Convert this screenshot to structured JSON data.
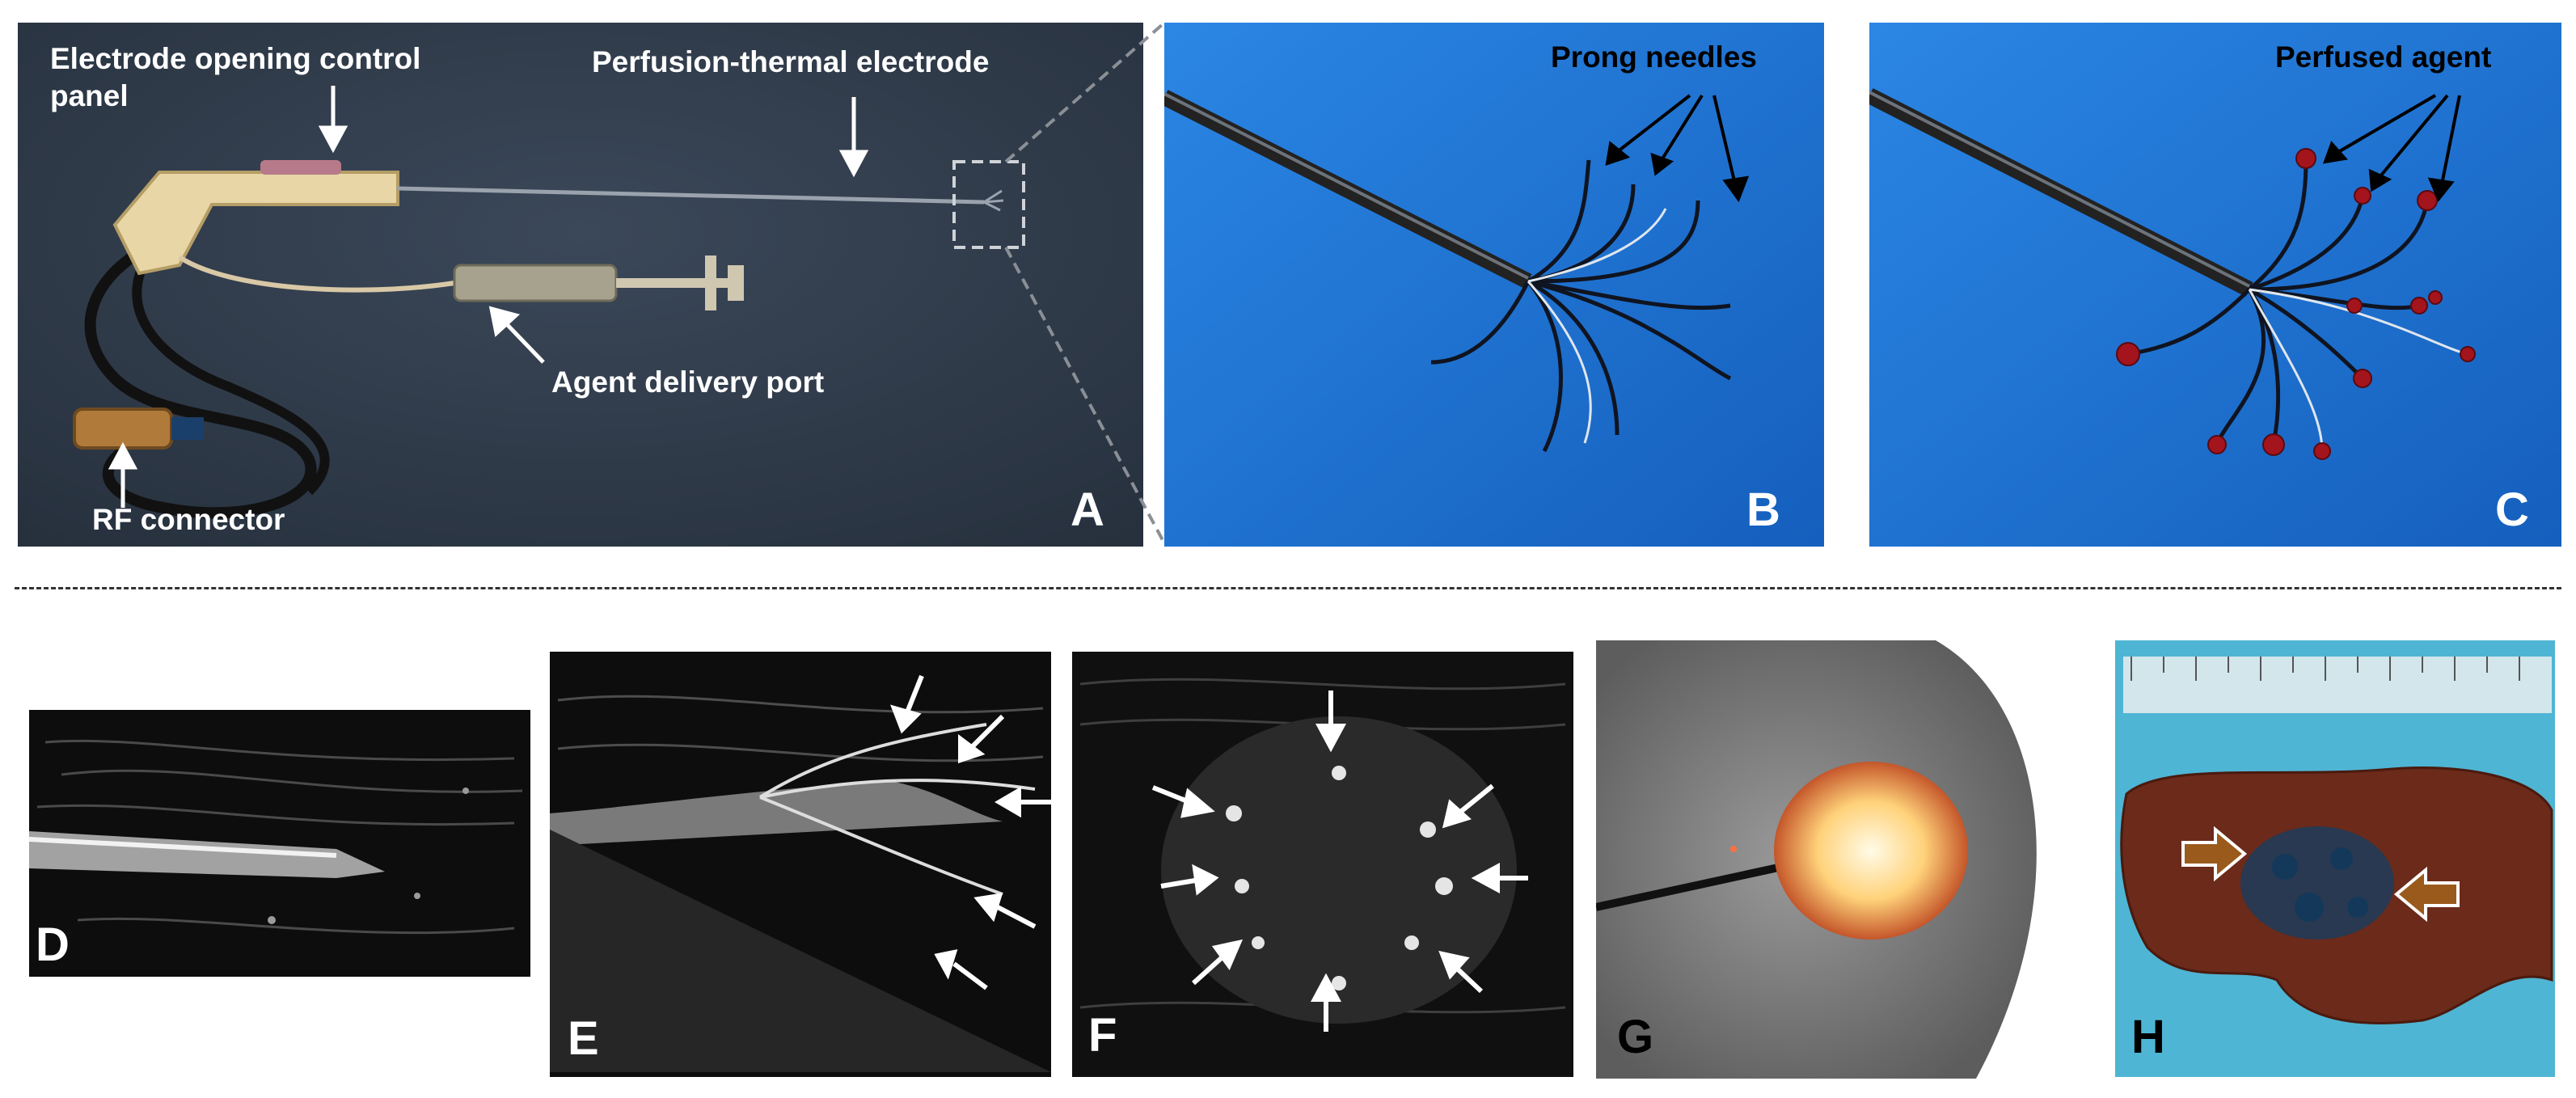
{
  "figure": {
    "panel_labels": {
      "A": "A",
      "B": "B",
      "C": "C",
      "D": "D",
      "E": "E",
      "F": "F",
      "G": "G",
      "H": "H"
    },
    "panel_a": {
      "electrode_control_line1": "Electrode opening control",
      "electrode_control_line2": "panel",
      "perfusion_thermal": "Perfusion-thermal electrode",
      "agent_delivery": "Agent delivery port",
      "rf_connector": "RF connector"
    },
    "panel_b": {
      "prong_needles": "Prong needles"
    },
    "panel_c": {
      "perfused_agent": "Perfused agent"
    }
  },
  "colors": {
    "panel_a_bg": "#2f3b4a",
    "blue_bg": "#1d6fd0",
    "ultrasound_bg": "#0d0d0d",
    "liver": "#6b2a1a",
    "glow": "#ffd27a",
    "arrow_brown": "#9a5a1c"
  }
}
